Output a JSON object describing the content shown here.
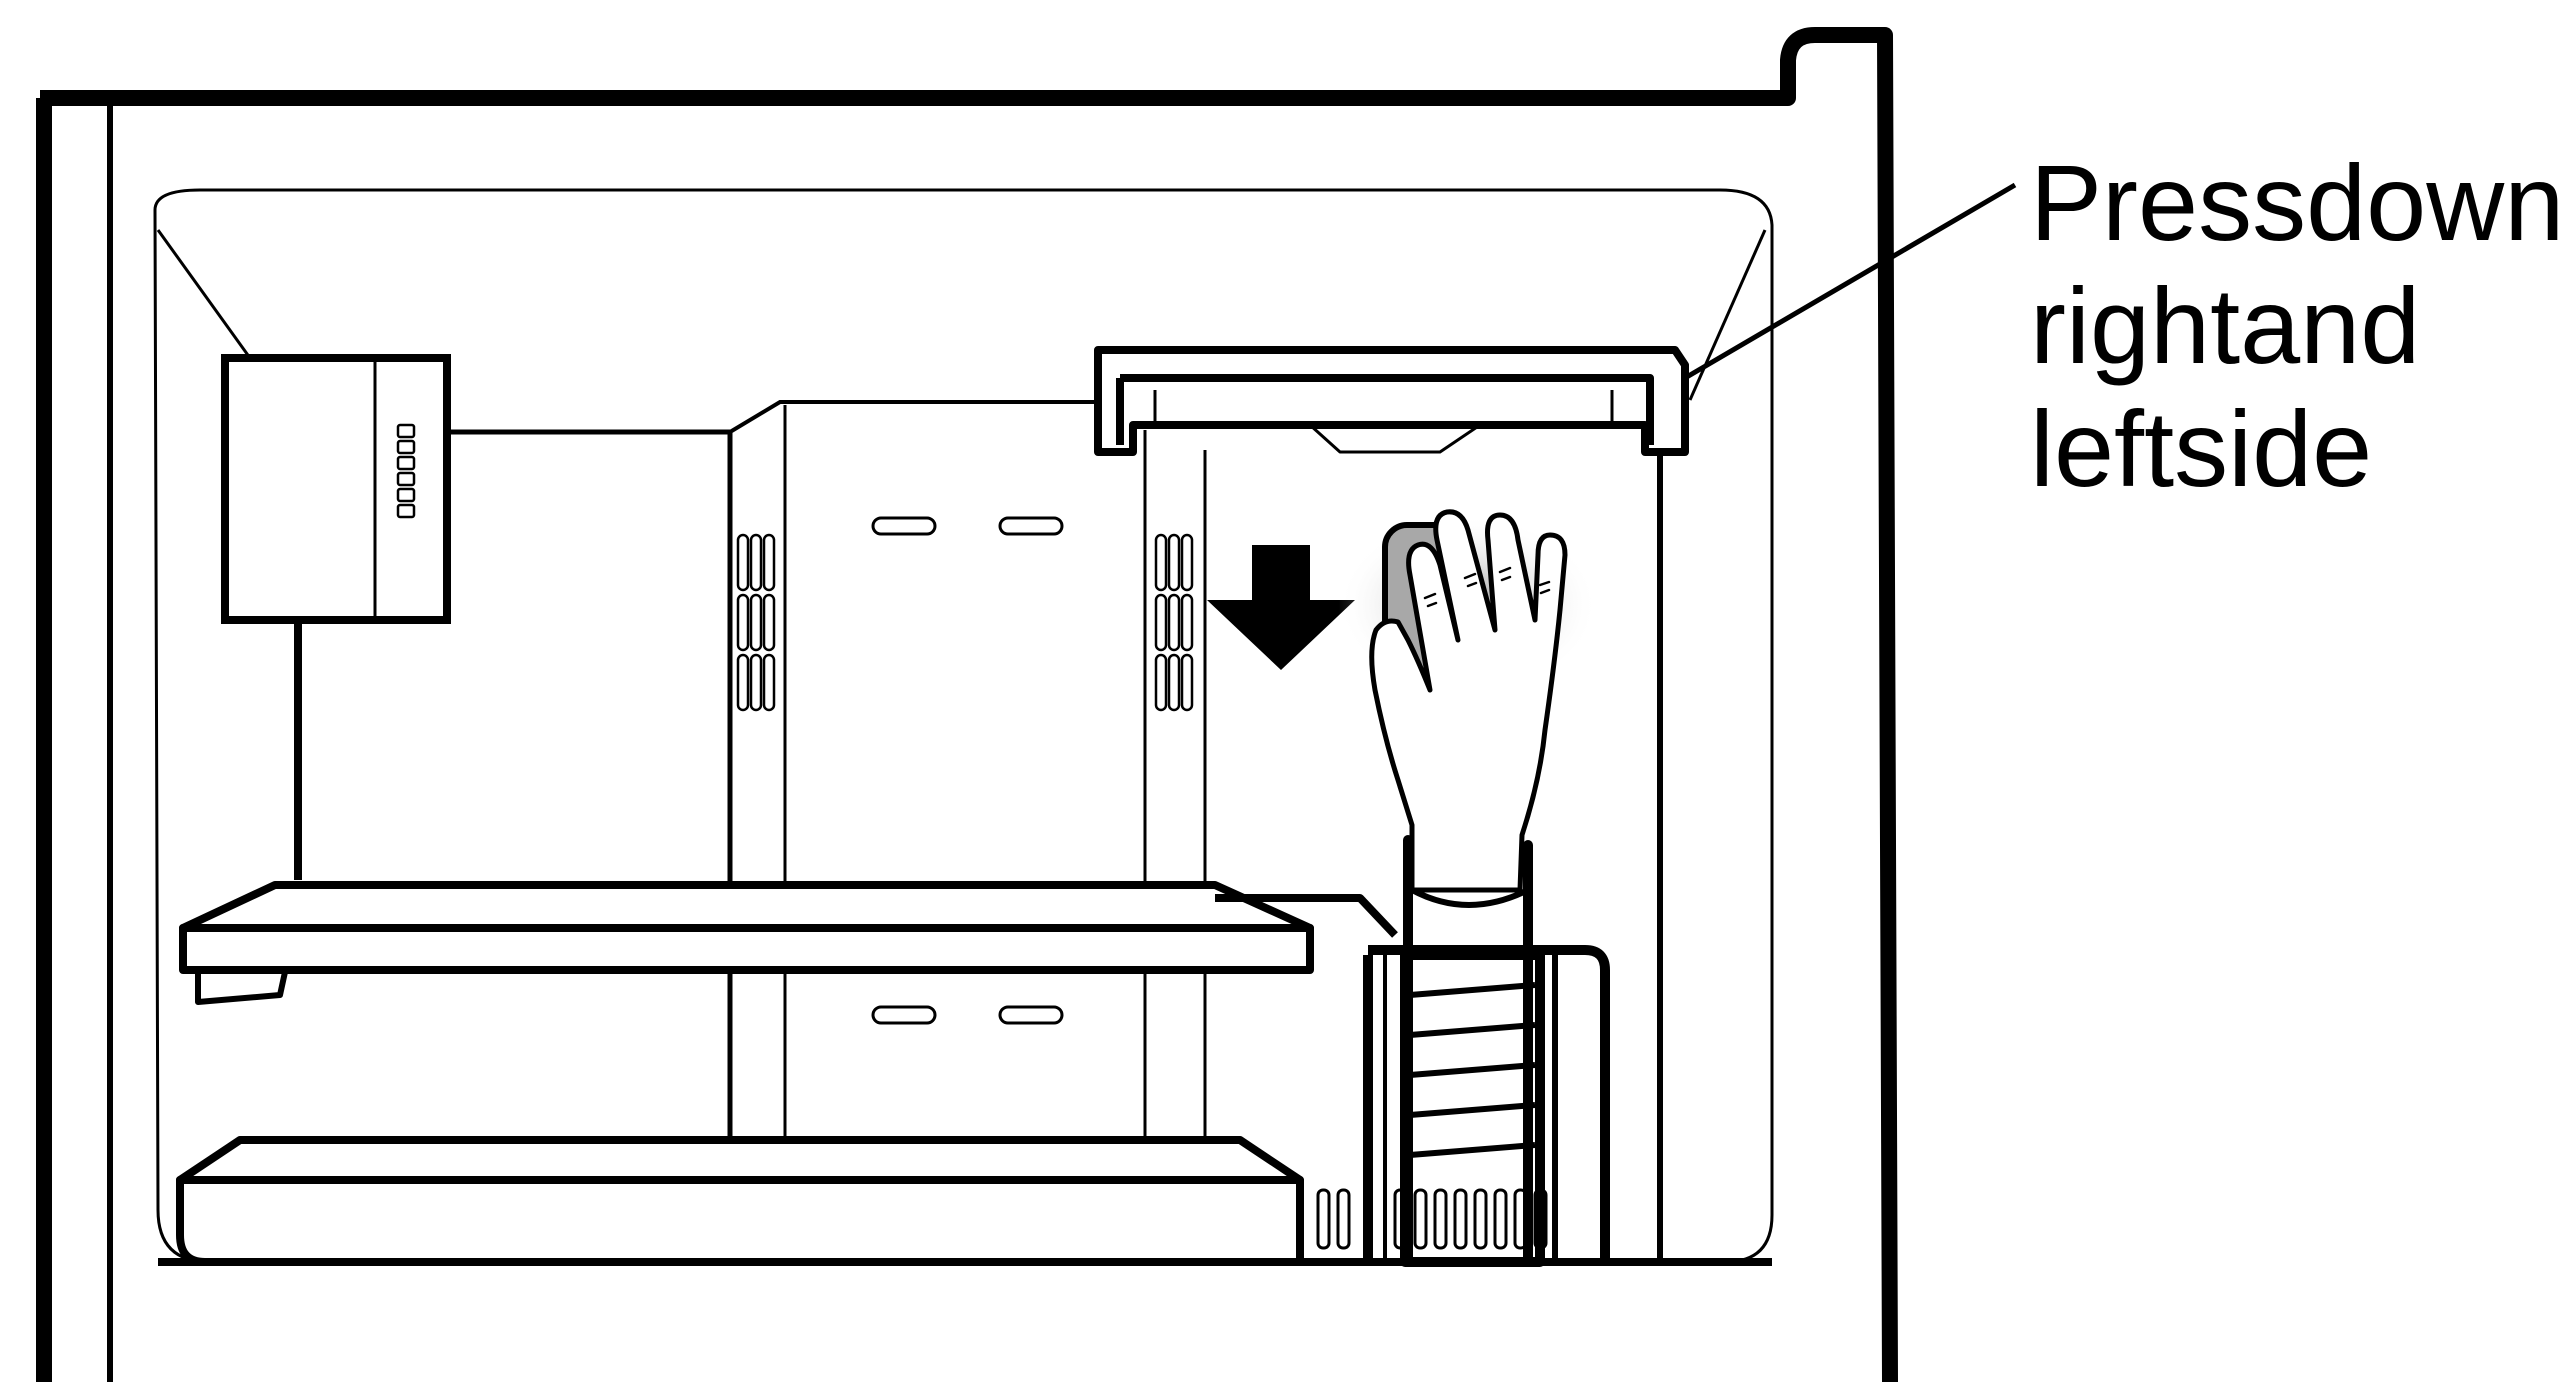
{
  "callout": {
    "lines": [
      "Pressdown",
      "rightand",
      "leftside"
    ]
  },
  "colors": {
    "line": "#000000",
    "background": "#ffffff",
    "shadow": "#bfbfbf"
  },
  "icons": {
    "direction": "down-arrow-icon",
    "hand": "hand-icon"
  }
}
